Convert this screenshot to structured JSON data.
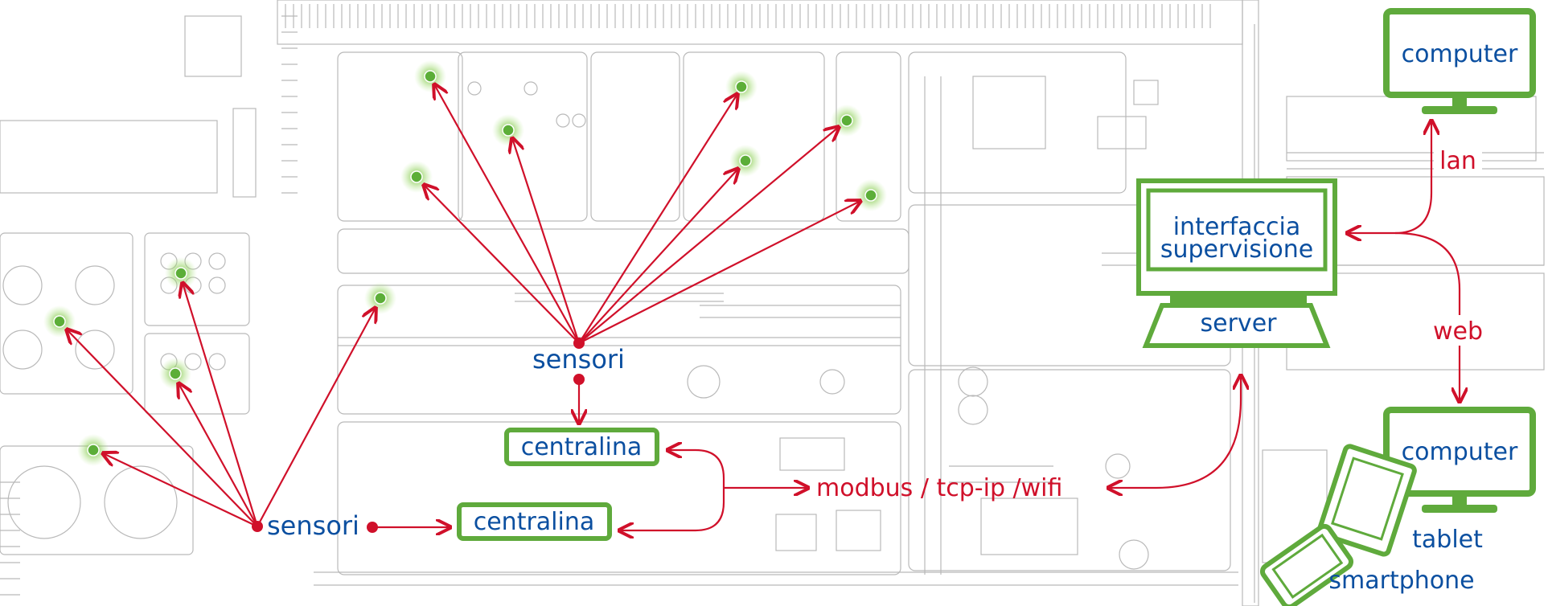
{
  "labels": {
    "sensors_center": "sensori",
    "sensors_left": "sensori",
    "controller_1": "centralina",
    "controller_2": "centralina",
    "protocol": "modbus / tcp-ip /wifi",
    "supervision_line1": "interfaccia",
    "supervision_line2": "supervisione",
    "server": "server",
    "computer_top": "computer",
    "computer_bottom": "computer",
    "lan": "lan",
    "web": "web",
    "tablet": "tablet",
    "smartphone": "smartphone"
  },
  "colors": {
    "accent_red": "#d0102a",
    "device_green": "#5faa3c",
    "label_blue": "#0b4fa0",
    "map_gray": "#b9b9b9"
  }
}
